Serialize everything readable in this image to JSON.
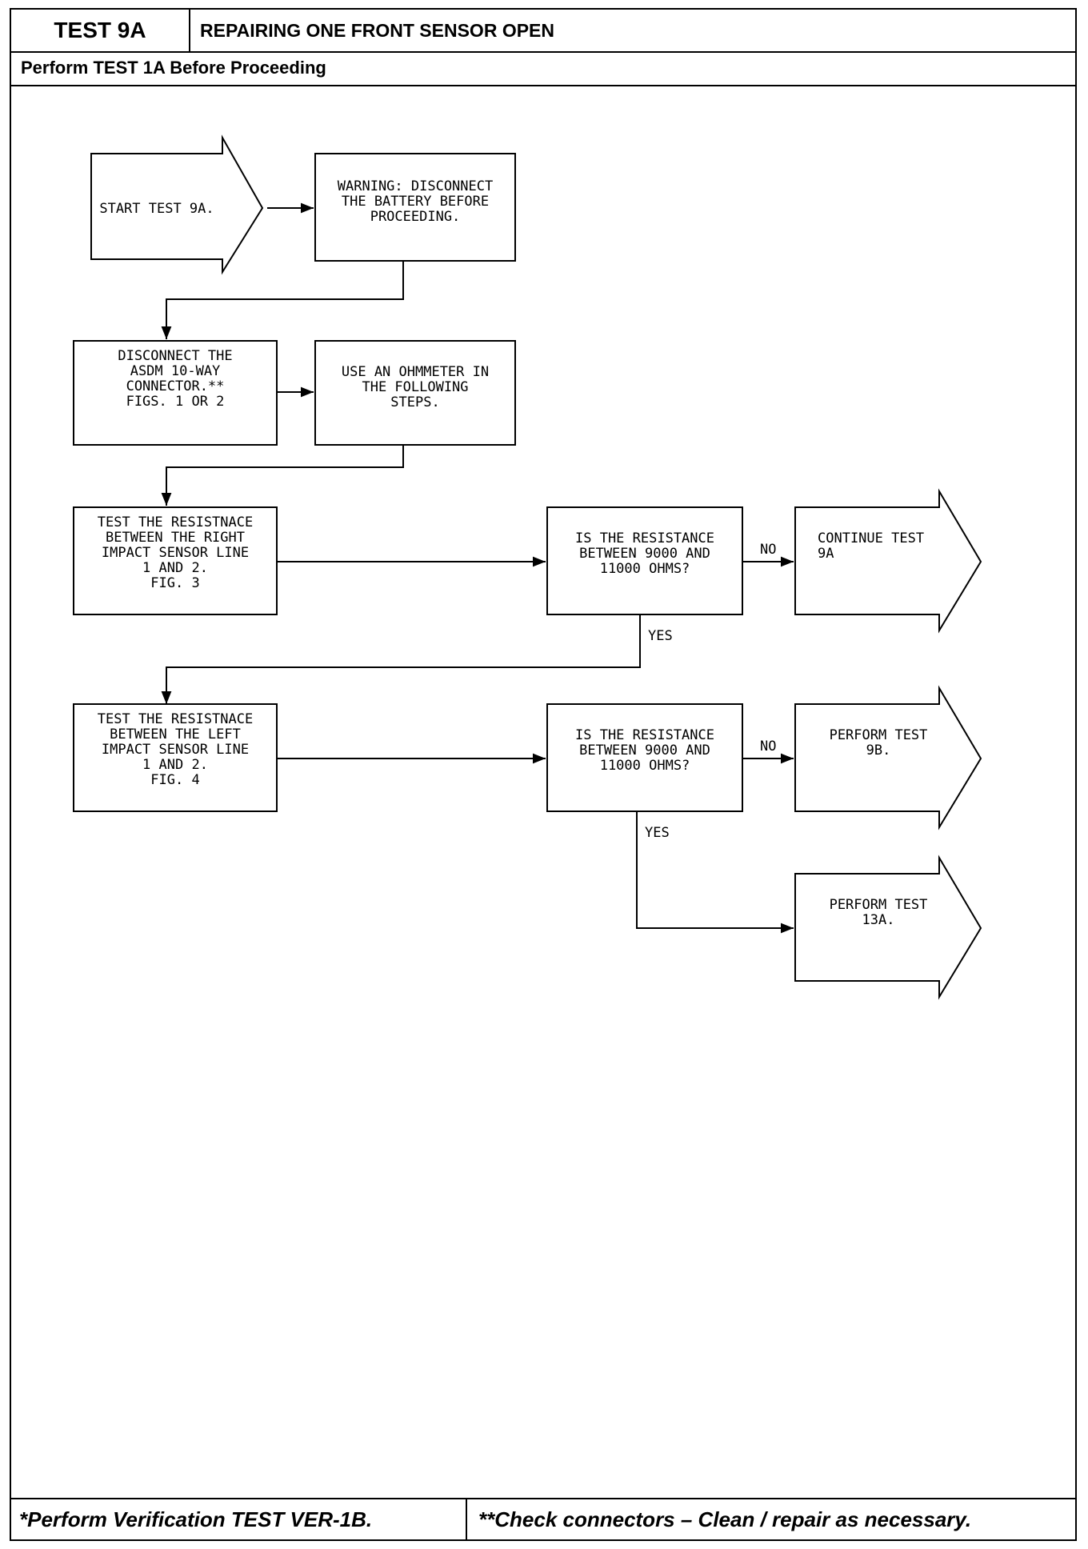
{
  "header": {
    "test_id": "TEST 9A",
    "title": "REPAIRING ONE FRONT SENSOR OPEN",
    "prerequisite": "Perform TEST 1A Before Proceeding"
  },
  "footer": {
    "left_note": "*Perform Verification TEST VER-1B.",
    "right_note": "**Check connectors – Clean / repair as necessary."
  },
  "flow": {
    "start": [
      "START TEST 9A."
    ],
    "warning": [
      "WARNING:  DISCONNECT",
      "THE BATTERY BEFORE",
      "PROCEEDING."
    ],
    "disconnect": [
      "DISCONNECT THE",
      "ASDM 10-WAY",
      "CONNECTOR.**",
      "",
      "FIGS. 1 OR 2"
    ],
    "ohmmeter": [
      "USE AN OHMMETER IN",
      "THE FOLLOWING",
      "STEPS."
    ],
    "test_right": [
      "TEST THE RESISTNACE",
      "BETWEEN THE RIGHT",
      "IMPACT SENSOR  LINE",
      "1 AND 2.",
      "FIG. 3"
    ],
    "question_right": [
      "IS THE RESISTANCE",
      "BETWEEN 9000 AND",
      "11000 OHMS?"
    ],
    "continue_9a": [
      "CONTINUE TEST",
      "9A"
    ],
    "test_left": [
      "TEST THE RESISTNACE",
      "BETWEEN THE LEFT",
      "IMPACT SENSOR LINE",
      "1 AND 2.",
      "FIG. 4"
    ],
    "question_left": [
      "IS THE RESISTANCE",
      "BETWEEN 9000 AND",
      "11000 OHMS?"
    ],
    "perform_9b": [
      "PERFORM TEST",
      "9B."
    ],
    "perform_13a": [
      "PERFORM TEST",
      "13A."
    ],
    "labels": {
      "no": "NO",
      "yes": "YES"
    }
  }
}
